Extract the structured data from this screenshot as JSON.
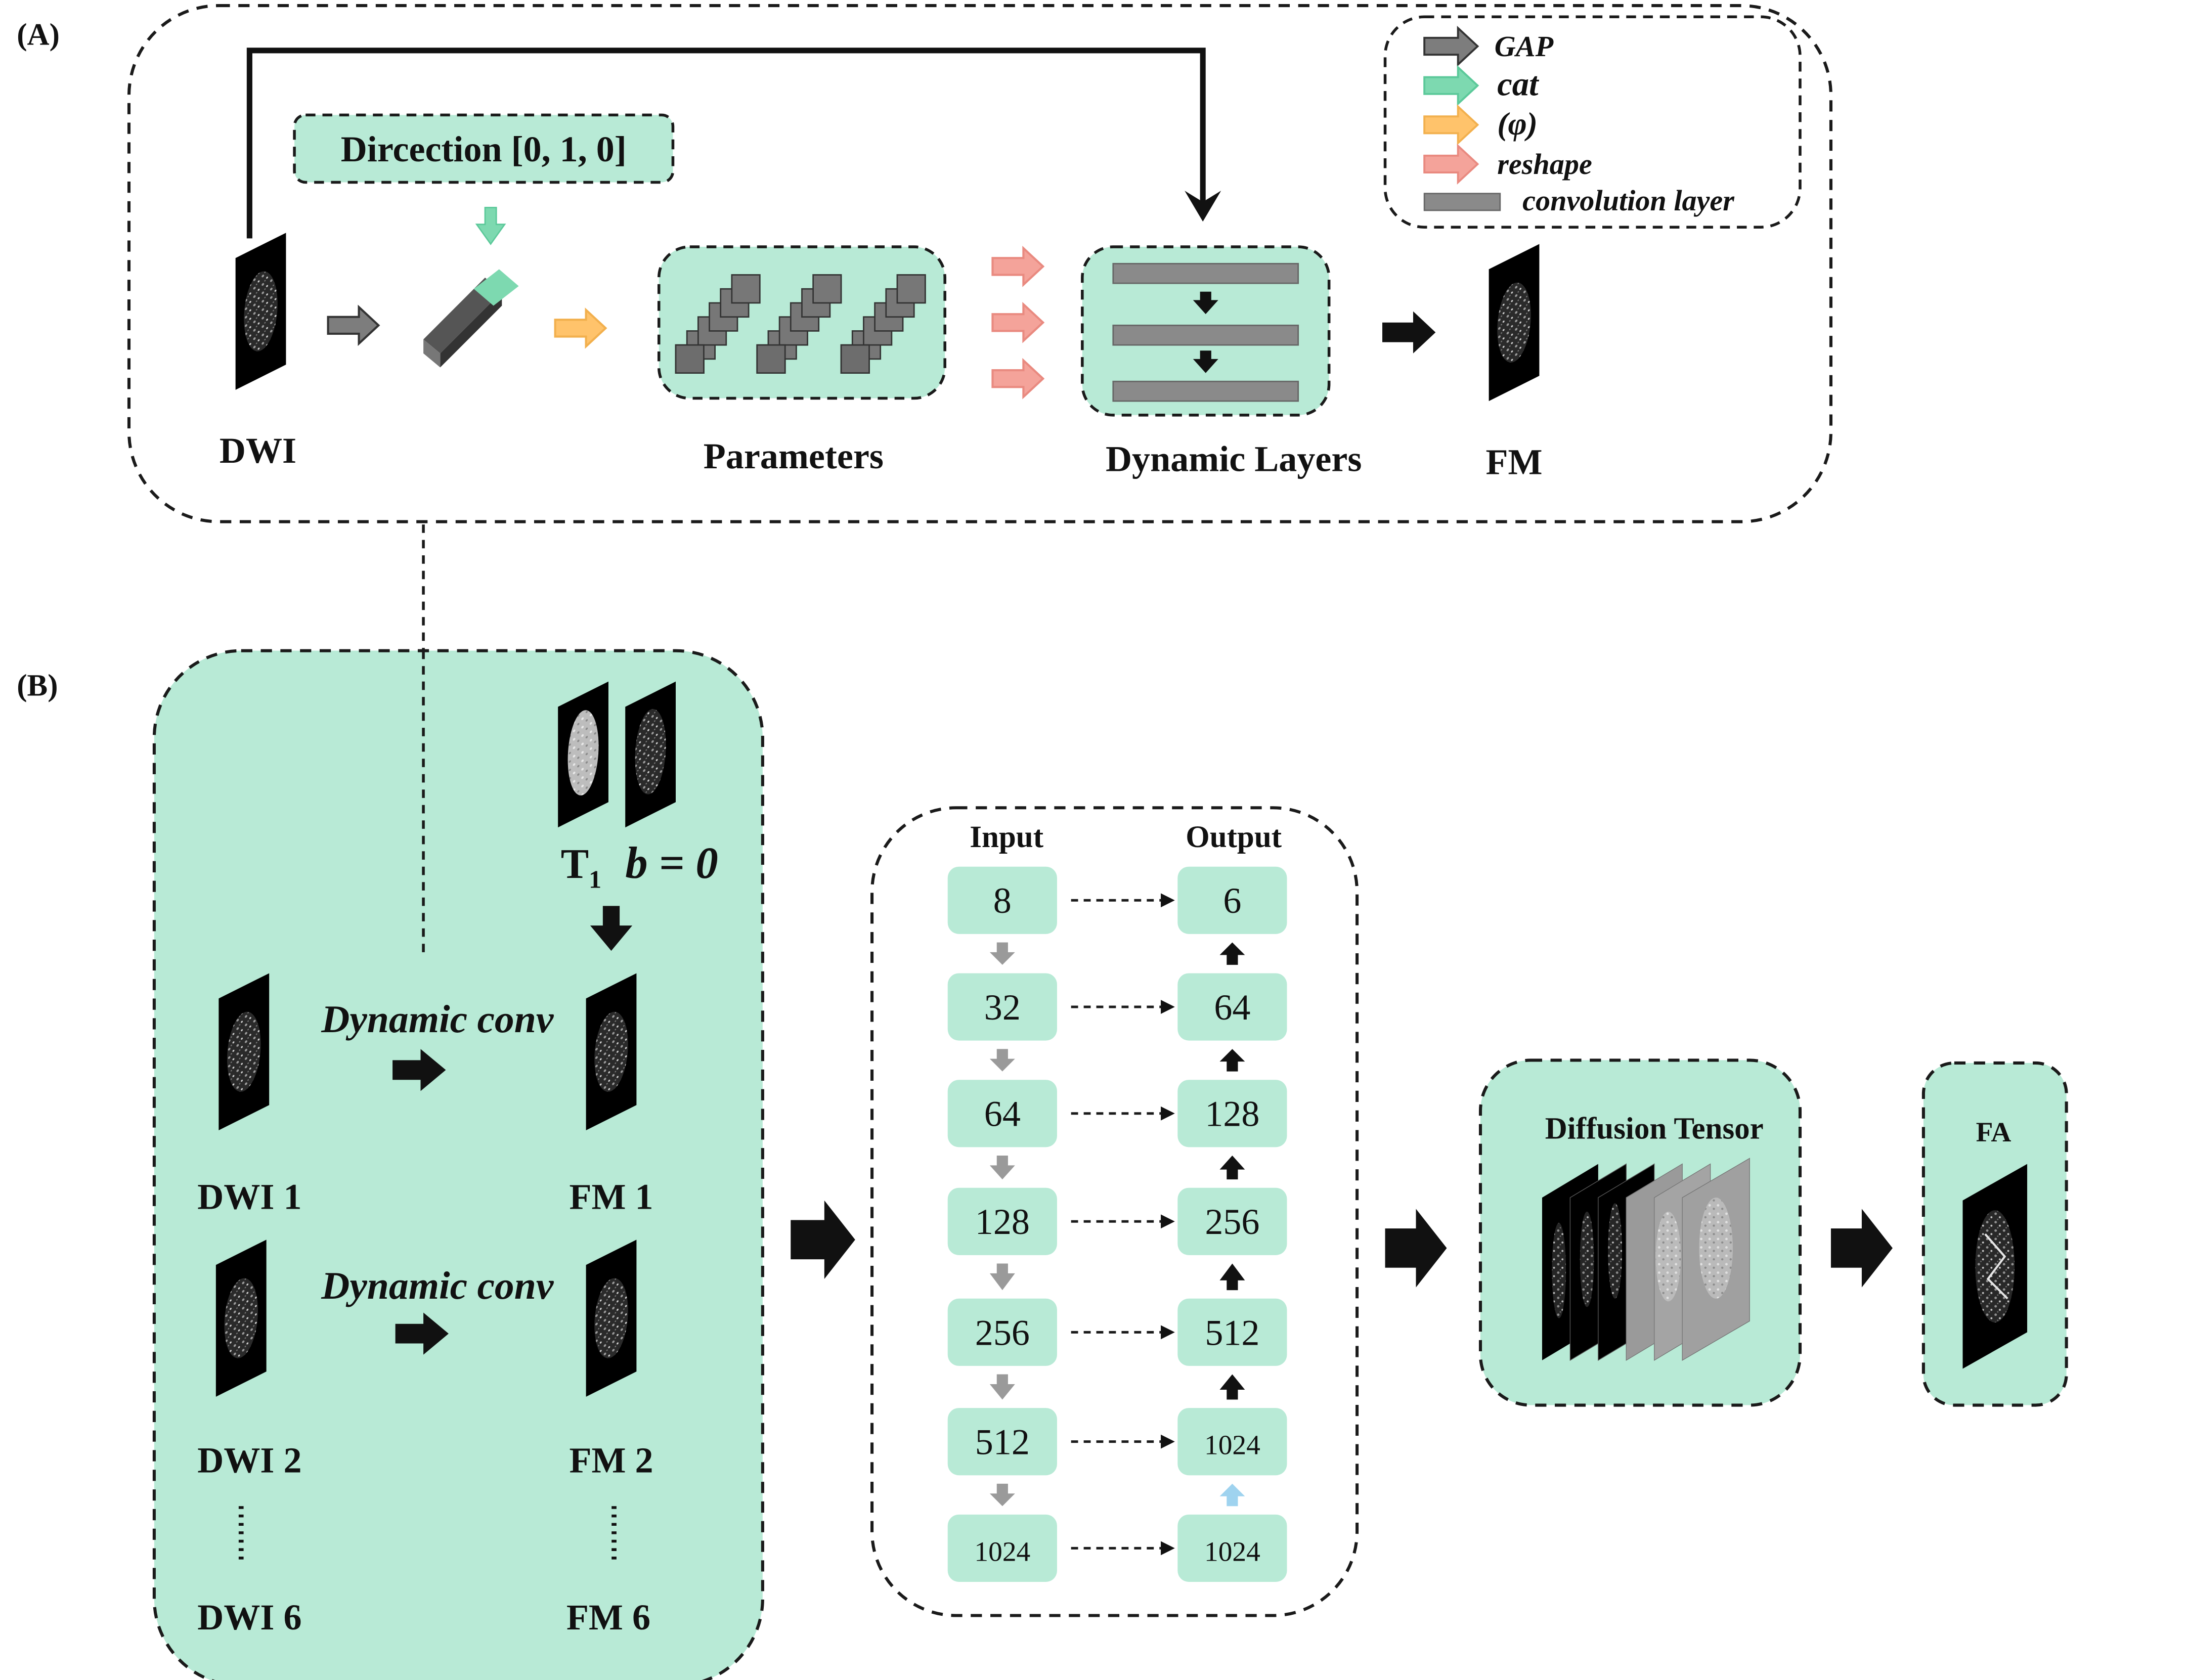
{
  "colors": {
    "green": "#b8ead6",
    "dash": "#1a1a1a",
    "arrow_gap": "#7d7d7d",
    "arrow_cat": "#7dd9b0",
    "arrow_phi": "#ffc36b",
    "arrow_reshape": "#f4a39a",
    "conv_layer": "#8a8a8a",
    "up_blue": "#9fd3ef"
  },
  "panel_a": {
    "label": "(A)",
    "direction_label": "Dircection [0, 1, 0]",
    "dwi_label": "DWI",
    "parameters_label": "Parameters",
    "dynamic_layers_label": "Dynamic Layers",
    "fm_label": "FM",
    "legend": {
      "gap": "GAP",
      "cat": "cat",
      "phi": "(φ)",
      "reshape": "reshape",
      "conv": "convolution  layer"
    }
  },
  "panel_b": {
    "label": "(B)",
    "t1_label": "T",
    "t1_sub": "1",
    "b0_label": "b = 0",
    "dynamic_conv_1": "Dynamic conv",
    "dynamic_conv_2": "Dynamic conv",
    "dwi1": "DWI 1",
    "fm1": "FM 1",
    "dwi2": "DWI 2",
    "fm2": "FM 2",
    "dwi6": "DWI 6",
    "fm6": "FM 6"
  },
  "unet": {
    "input_title": "Input",
    "output_title": "Output",
    "input": [
      "8",
      "32",
      "64",
      "128",
      "256",
      "512",
      "1024"
    ],
    "output": [
      "6",
      "64",
      "128",
      "256",
      "512",
      "1024",
      "1024"
    ]
  },
  "diffusion_tensor_label": "Diffusion Tensor",
  "fa_label": "FA"
}
